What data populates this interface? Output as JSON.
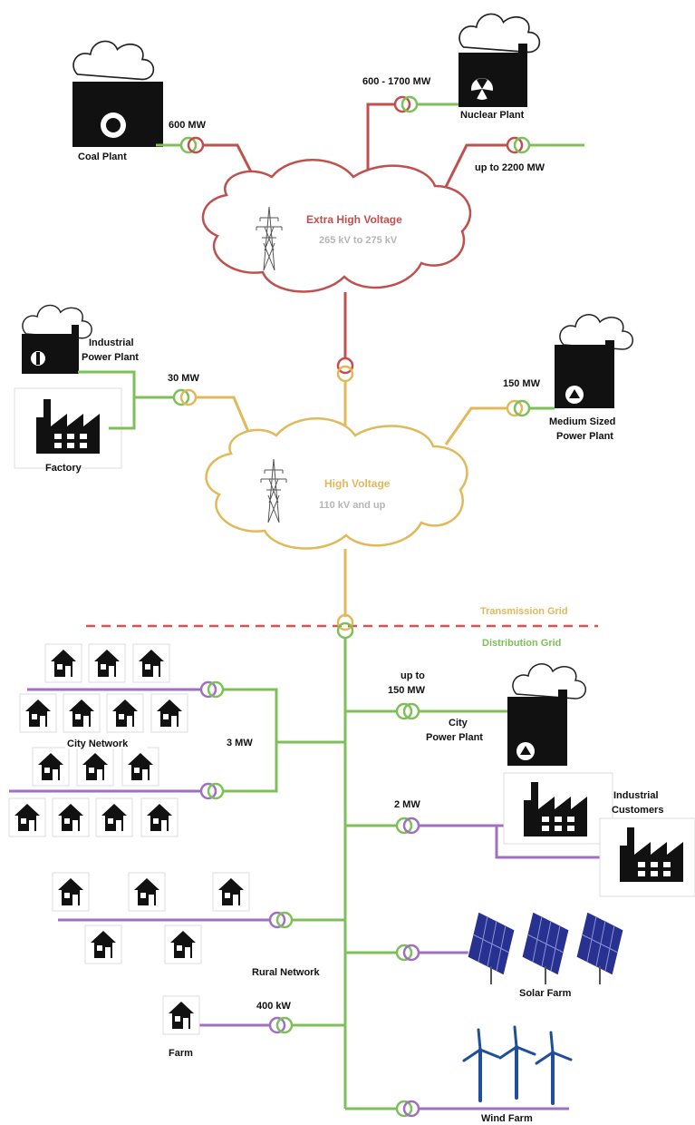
{
  "colors": {
    "ehv": "#c0504d",
    "hv": "#e0b95a",
    "dist": "#7fbf5a",
    "consumer": "#a070c0",
    "dashed": "#e05050",
    "icon": "#111111",
    "solar": "#27318f",
    "wind": "#1f4e9a"
  },
  "clouds": {
    "ehv": {
      "title": "Extra High Voltage",
      "subtitle": "265 kV to 275 kV"
    },
    "hv": {
      "title": "High Voltage",
      "subtitle": "110 kV and up"
    }
  },
  "grid_labels": {
    "transmission": "Transmission Grid",
    "distribution": "Distribution Grid"
  },
  "plants": {
    "coal": {
      "name": "Coal Plant",
      "power": "600 MW"
    },
    "nuclear": {
      "name": "Nuclear Plant",
      "power": "600 - 1700 MW"
    },
    "import": {
      "power": "up to 2200 MW"
    },
    "industrial": {
      "name_line1": "Industrial",
      "name_line2": "Power Plant",
      "power": "30 MW"
    },
    "factory": {
      "name": "Factory"
    },
    "medium": {
      "name_line1": "Medium Sized",
      "name_line2": "Power Plant",
      "power": "150 MW"
    },
    "city": {
      "name_line1": "City",
      "name_line2": "Power Plant",
      "power_line1": "up to",
      "power_line2": "150 MW"
    }
  },
  "consumers": {
    "city_network": {
      "name": "City Network",
      "power": "3 MW"
    },
    "industrial_customers": {
      "name_line1": "Industrial",
      "name_line2": "Customers",
      "power": "2 MW"
    },
    "rural_network": {
      "name": "Rural Network"
    },
    "farm": {
      "name": "Farm",
      "power": "400 kW"
    },
    "solar_farm": {
      "name": "Solar Farm"
    },
    "wind_farm": {
      "name": "Wind Farm"
    }
  },
  "icons": [
    "coal-plant-icon",
    "nuclear-plant-icon",
    "factory-icon",
    "house-icon",
    "solar-panel-icon",
    "wind-turbine-icon",
    "pylon-icon",
    "transformer-icon"
  ]
}
